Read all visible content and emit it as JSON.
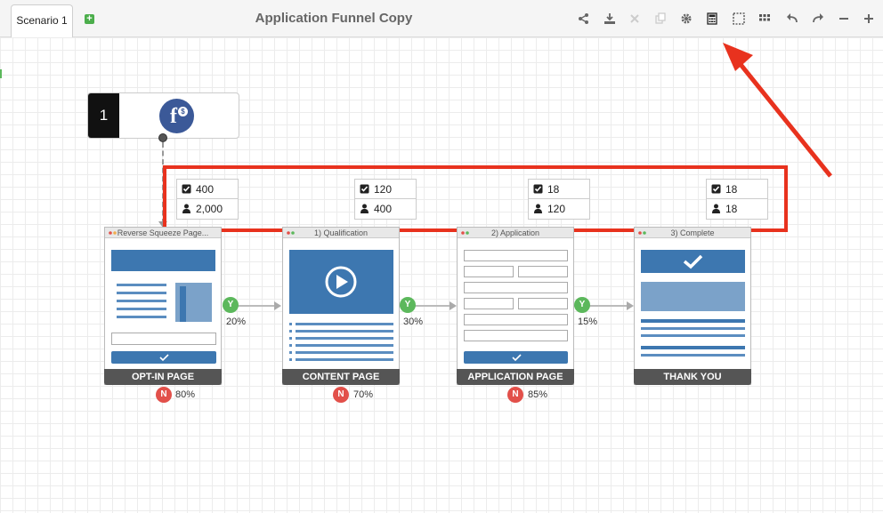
{
  "header": {
    "tab_label": "Scenario 1",
    "title": "Application Funnel Copy",
    "tools": [
      "share-icon",
      "download-icon",
      "close-icon",
      "copy-icon",
      "settings-icon",
      "calculator-icon",
      "select-icon",
      "grid-icon",
      "undo-icon",
      "redo-icon",
      "zoom-out-icon",
      "zoom-in-icon"
    ]
  },
  "source": {
    "number": "1",
    "icon": "facebook-ads-icon",
    "badge": "$"
  },
  "stats": [
    {
      "completed": "400",
      "visitors": "2,000"
    },
    {
      "completed": "120",
      "visitors": "400"
    },
    {
      "completed": "18",
      "visitors": "120"
    },
    {
      "completed": "18",
      "visitors": "18"
    }
  ],
  "pages": [
    {
      "header": "Reverse Squeeze Page...",
      "footer": "OPT-IN PAGE",
      "no_label": "N",
      "no_pct": "80%"
    },
    {
      "header": "1) Qualification",
      "footer": "CONTENT PAGE",
      "no_label": "N",
      "no_pct": "70%"
    },
    {
      "header": "2) Application",
      "footer": "APPLICATION PAGE",
      "no_label": "N",
      "no_pct": "85%"
    },
    {
      "header": "3) Complete",
      "footer": "THANK YOU"
    }
  ],
  "connectors": [
    {
      "yes_label": "Y",
      "pct": "20%"
    },
    {
      "yes_label": "Y",
      "pct": "30%"
    },
    {
      "yes_label": "Y",
      "pct": "15%"
    }
  ],
  "colors": {
    "highlight": "#e8321e",
    "page_blue": "#3d77b0",
    "yes_green": "#5cb85c",
    "no_red": "#e2504a"
  }
}
